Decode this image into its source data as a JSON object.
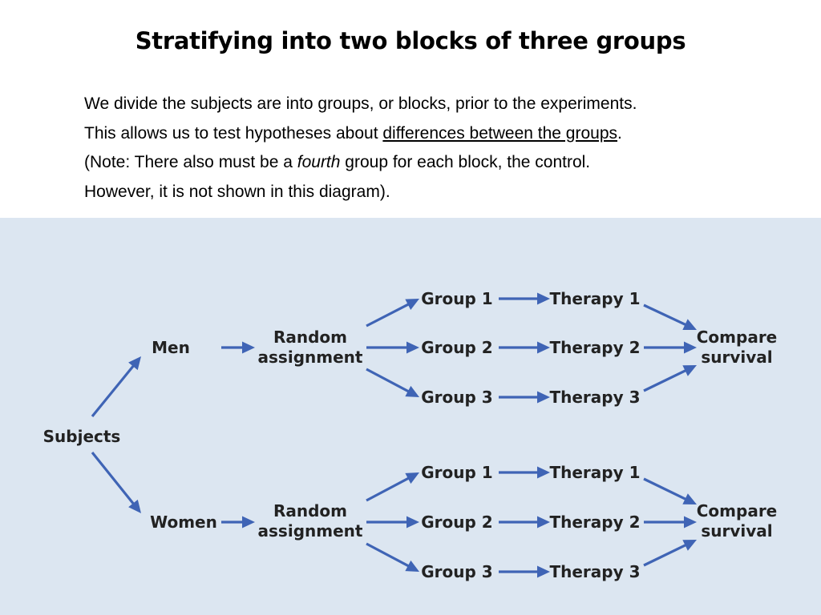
{
  "title": "Stratifying into two blocks of three groups",
  "intro": {
    "line1": "We divide the subjects are into groups, or blocks, prior to the experiments.",
    "line2_pre": "This allows us to test hypotheses about ",
    "line2_link": "differences between the groups",
    "line2_post": ".",
    "line3_pre": "(Note: There also must be a ",
    "line3_em": "fourth",
    "line3_post": " group for each block, the control.",
    "line4": "However, it is not shown in this diagram)."
  },
  "diagram": {
    "colors": {
      "background": "#dce6f1",
      "arrow": "#3f64b5"
    },
    "subjects": "Subjects",
    "blocks": [
      {
        "name": "Men",
        "assignment": [
          "Random",
          "assignment"
        ],
        "groups": [
          "Group 1",
          "Group 2",
          "Group 3"
        ],
        "therapies": [
          "Therapy 1",
          "Therapy 2",
          "Therapy 3"
        ],
        "outcome": [
          "Compare",
          "survival"
        ]
      },
      {
        "name": "Women",
        "assignment": [
          "Random",
          "assignment"
        ],
        "groups": [
          "Group 1",
          "Group 2",
          "Group 3"
        ],
        "therapies": [
          "Therapy 1",
          "Therapy 2",
          "Therapy 3"
        ],
        "outcome": [
          "Compare",
          "survival"
        ]
      }
    ]
  }
}
